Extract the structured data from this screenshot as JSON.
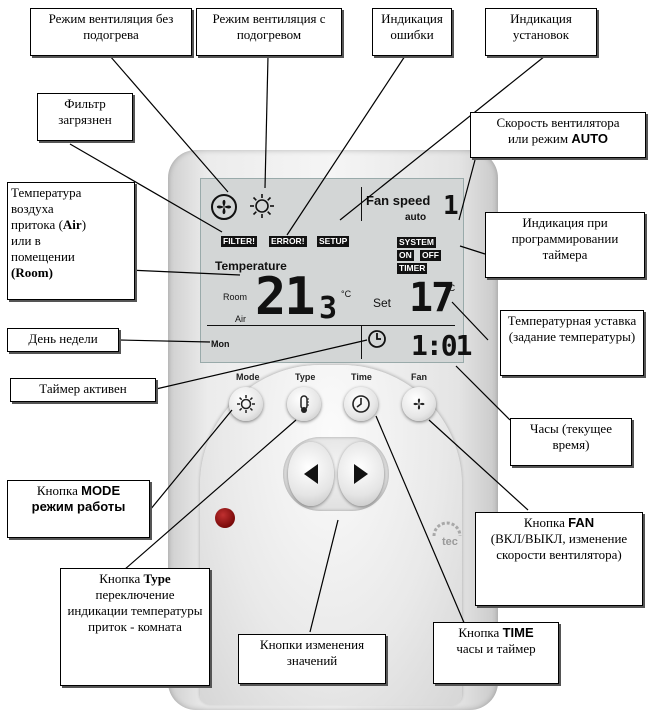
{
  "labels": {
    "vent_no_heat": "Режим вентиляция без подогрева",
    "vent_heat": "Режим вентиляция с подогревом",
    "error_ind": "Индикация ошибки",
    "setup_ind": "Индикация установок",
    "filter_dirty": "Фильтр загрязнен",
    "fan_speed_1": "Скорость вентилятора",
    "fan_speed_2": "или режим",
    "fan_speed_3": "AUTO",
    "temp_1": "Температура",
    "temp_2": "воздуха",
    "temp_3": "притока (",
    "temp_3b": "Air",
    "temp_3c": ")",
    "temp_4": "или в",
    "temp_5": "помещении",
    "temp_6a": "(",
    "temp_6b": "Room",
    "temp_6c": ")",
    "timer_prog": "Индикация при программировании таймера",
    "weekday": "День недели",
    "setpoint": "Температурная уставка (задание температуры)",
    "timer_active": "Таймер активен",
    "clock": "Часы (текущее время)",
    "mode_btn_1": "Кнопка ",
    "mode_btn_2": "MODE",
    "mode_btn_3": "режим работы",
    "fan_btn_1": "Кнопка ",
    "fan_btn_2": "FAN",
    "fan_btn_3": "(ВКЛ/ВЫКЛ, изменение скорости вентилятора)",
    "type_btn_1": "Кнопка ",
    "type_btn_2": "Type",
    "type_btn_3": "переключение индикации температуры приток - комната",
    "value_btns": "Кнопки изменения значений",
    "time_btn_1": "Кнопка ",
    "time_btn_2": "TIME",
    "time_btn_3": "часы и таймер"
  },
  "lcd": {
    "fan_speed_label": "Fan speed",
    "fan_speed_mode": "auto",
    "fan_speed_digit": "1",
    "filter_tag": "FILTER!",
    "error_tag": "ERROR!",
    "setup_tag": "SETUP",
    "system_tag": "SYSTEM",
    "on_tag": "ON",
    "off_tag": "OFF",
    "timer_tag": "TIMER",
    "temperature_label": "Temperature",
    "room_label": "Room",
    "air_label": "Air",
    "temp_value_int": "21",
    "temp_value_dec": "3",
    "temp_unit": "°C",
    "set_label": "Set",
    "set_value": "17",
    "set_unit": "°C",
    "weekday_value": "Mon",
    "clock_value": "1:01"
  },
  "buttons": {
    "mode": "Mode",
    "type": "Type",
    "time": "Time",
    "fan": "Fan"
  },
  "brand": "tec"
}
